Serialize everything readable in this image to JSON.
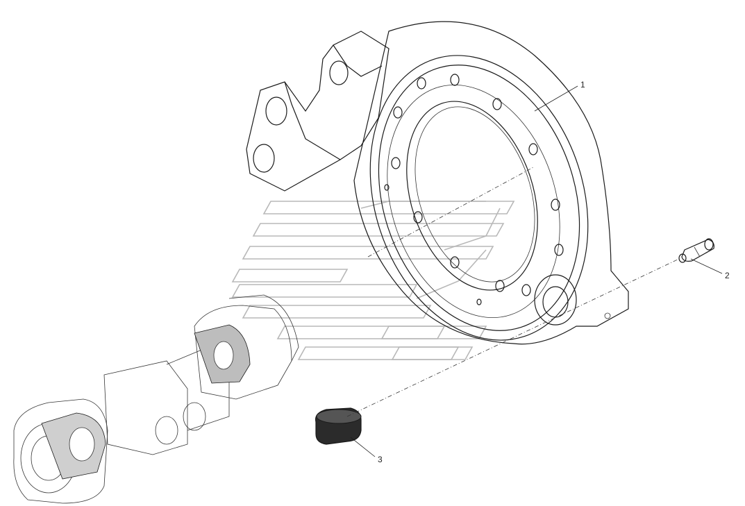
{
  "diagram": {
    "callouts": [
      {
        "id": "1",
        "label": "1"
      },
      {
        "id": "2",
        "label": "2"
      },
      {
        "id": "3",
        "label": "3"
      }
    ],
    "colors": {
      "line": "#1a1a1a",
      "watermark": "#b8b8b8",
      "bushing": "#2b2b2b",
      "highlight": "#3a3a3a"
    }
  }
}
